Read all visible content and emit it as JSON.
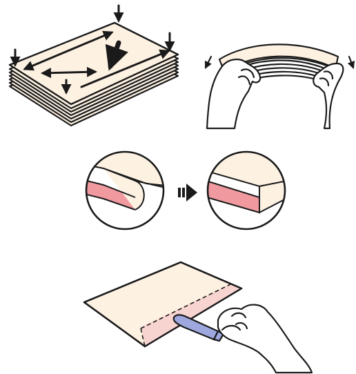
{
  "palette": {
    "paper": "#fdf1e2",
    "paper_edge": "#f6dcc7",
    "pink_side": "#f09aa0",
    "pink_strip": "#f8d4d0",
    "skin": "#ffffff",
    "outline": "#1a1a1a",
    "pen_body": "#9ea8de",
    "background": "#ffffff"
  },
  "icons": {
    "stack": "paper-stack-icon",
    "flex": "flexing-hands-icon",
    "curled": "curled-edge-icon",
    "flat": "flattened-edge-icon",
    "arrow": "transition-arrow-icon",
    "pen": "pen-flattening-icon"
  },
  "steps": [
    {
      "id": "align-stack"
    },
    {
      "id": "flex-stack"
    },
    {
      "id": "edge-before"
    },
    {
      "id": "edge-after"
    },
    {
      "id": "flatten-edge"
    }
  ]
}
